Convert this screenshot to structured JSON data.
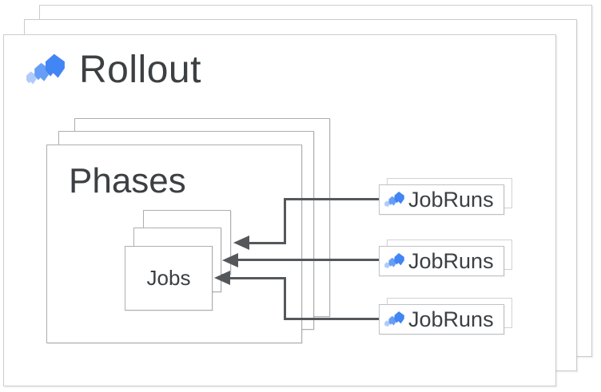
{
  "diagram": {
    "rollout": {
      "label": "Rollout"
    },
    "phases": {
      "label": "Phases"
    },
    "jobs": {
      "label": "Jobs"
    },
    "jobruns": {
      "items": [
        {
          "label": "JobRuns"
        },
        {
          "label": "JobRuns"
        },
        {
          "label": "JobRuns"
        }
      ]
    },
    "arrows": [
      {
        "from": "jobruns-1",
        "to": "jobs",
        "direction": "left"
      },
      {
        "from": "jobruns-2",
        "to": "jobs",
        "direction": "left"
      },
      {
        "from": "jobruns-3",
        "to": "jobs",
        "direction": "left"
      }
    ]
  },
  "icon": {
    "name": "cloud-deploy-icon",
    "colors": {
      "dark": "#4285f4",
      "medium": "#669df6",
      "light": "#aecbfa"
    }
  },
  "colors": {
    "background": "#ffffff",
    "text": "#3c4043",
    "arrow": "#55585b",
    "outer_border": "#caccce",
    "inner_border": "#acaeb0",
    "jobrun_border": "#bfc1c3"
  }
}
